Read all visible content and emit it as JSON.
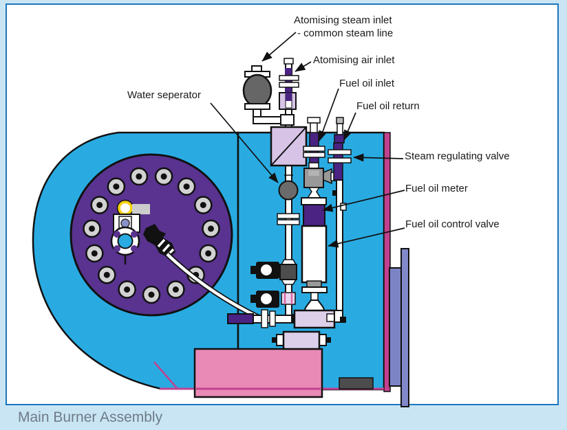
{
  "caption": "Main Burner Assembly",
  "labels": {
    "atomising_steam_inlet_line1": "Atomising steam inlet",
    "atomising_steam_inlet_line2": "- common steam line",
    "atomising_air_inlet": "Atomising air inlet",
    "fuel_oil_inlet": "Fuel oil inlet",
    "fuel_oil_return": "Fuel oil return",
    "steam_regulating_valve": "Steam regulating valve",
    "fuel_oil_meter": "Fuel oil meter",
    "fuel_oil_control_valve": "Fuel oil control valve",
    "water_seperator": "Water seperator"
  },
  "colors": {
    "background": "#c9e5f4",
    "frame_border": "#1b75bc",
    "housing_cyan": "#29abe2",
    "front_plate_purple": "#59338f",
    "pipe_purple": "#4a2383",
    "lavender": "#d6c3e6",
    "base_pink": "#e98ab6",
    "accent_magenta": "#c2418f",
    "flange_periwinkle": "#7d84c6",
    "caption_gray": "#6e7b87"
  }
}
